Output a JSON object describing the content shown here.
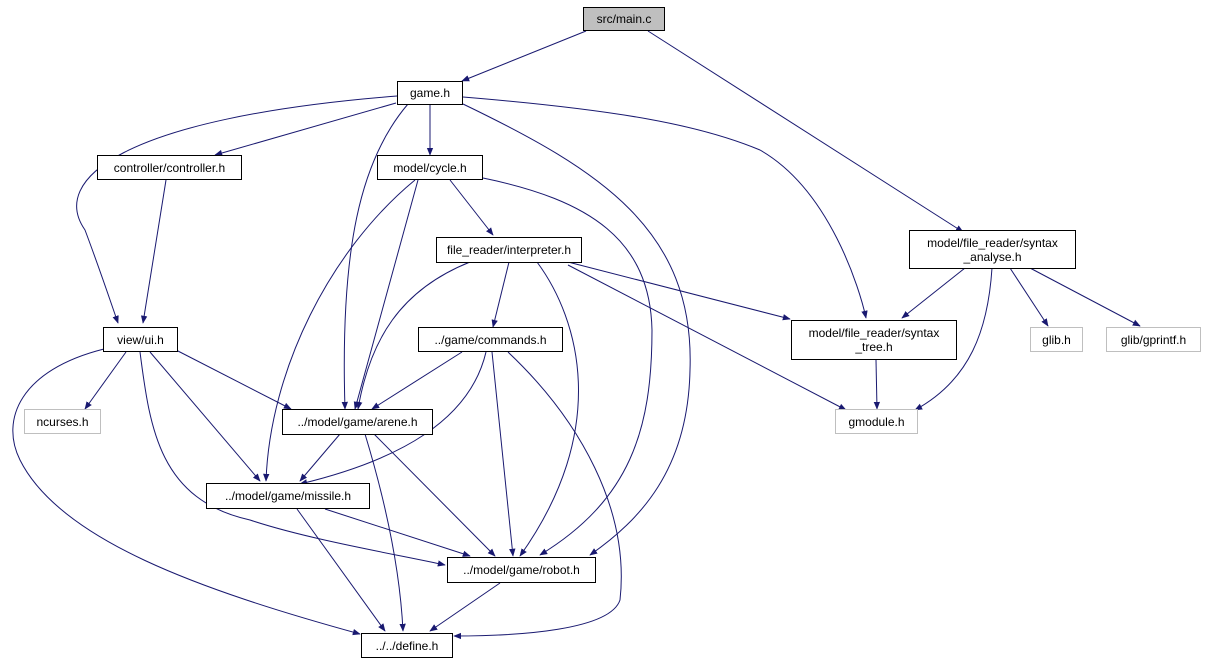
{
  "colors": {
    "edge": "#191970",
    "node_border": "#000000",
    "external_border": "#bfbfbf",
    "root_fill": "#bfbfbf",
    "node_fill": "#ffffff"
  },
  "nodes": {
    "main_c": {
      "label": "src/main.c"
    },
    "game_h": {
      "label": "game.h"
    },
    "controller_h": {
      "label": "controller/controller.h"
    },
    "cycle_h": {
      "label": "model/cycle.h"
    },
    "syntax_analyse_h": {
      "line1": "model/file_reader/syntax",
      "line2": "_analyse.h"
    },
    "interpreter_h": {
      "label": "file_reader/interpreter.h"
    },
    "ui_h": {
      "label": "view/ui.h"
    },
    "commands_h": {
      "label": "../game/commands.h"
    },
    "syntax_tree_h": {
      "line1": "model/file_reader/syntax",
      "line2": "_tree.h"
    },
    "glib_h": {
      "label": "glib.h"
    },
    "gprintf_h": {
      "label": "glib/gprintf.h"
    },
    "ncurses_h": {
      "label": "ncurses.h"
    },
    "arene_h": {
      "label": "../model/game/arene.h"
    },
    "gmodule_h": {
      "label": "gmodule.h"
    },
    "missile_h": {
      "label": "../model/game/missile.h"
    },
    "robot_h": {
      "label": "../model/game/robot.h"
    },
    "define_h": {
      "label": "../../define.h"
    }
  }
}
